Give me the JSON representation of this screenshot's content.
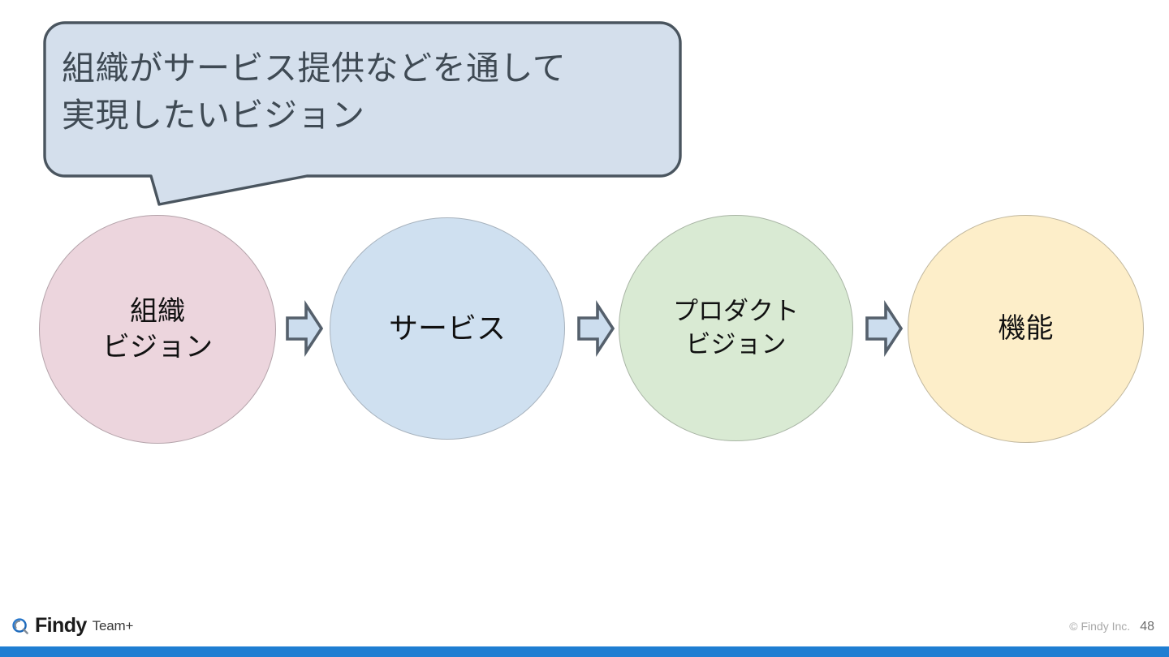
{
  "slide": {
    "page_number": "48",
    "copyright": "© Findy Inc.",
    "brand_name": "Findy",
    "brand_suffix": "Team+",
    "accent_color": "#1f7ed2"
  },
  "callout": {
    "text": "組織がサービス提供などを通して\n実現したいビジョン",
    "fill_color": "#d4dfec",
    "border_color": "#4a555f",
    "text_color": "#3f4a54"
  },
  "flow": {
    "nodes": [
      {
        "label": "組織\nビジョン",
        "fill_color": "#ecd5dd",
        "border_color": "#b4a3aa"
      },
      {
        "label": "サービス",
        "fill_color": "#cfe0f0",
        "border_color": "#a7b2bd"
      },
      {
        "label": "プロダクト\nビジョン",
        "fill_color": "#d9ead3",
        "border_color": "#a9b5a5"
      },
      {
        "label": "機能",
        "fill_color": "#fdeec9",
        "border_color": "#c0b79e"
      }
    ],
    "arrows": [
      {
        "name": "arrow-organization-to-service"
      },
      {
        "name": "arrow-service-to-product"
      },
      {
        "name": "arrow-product-to-feature"
      }
    ],
    "arrow_fill_color": "#ccddee",
    "arrow_border_color": "#55606c"
  }
}
